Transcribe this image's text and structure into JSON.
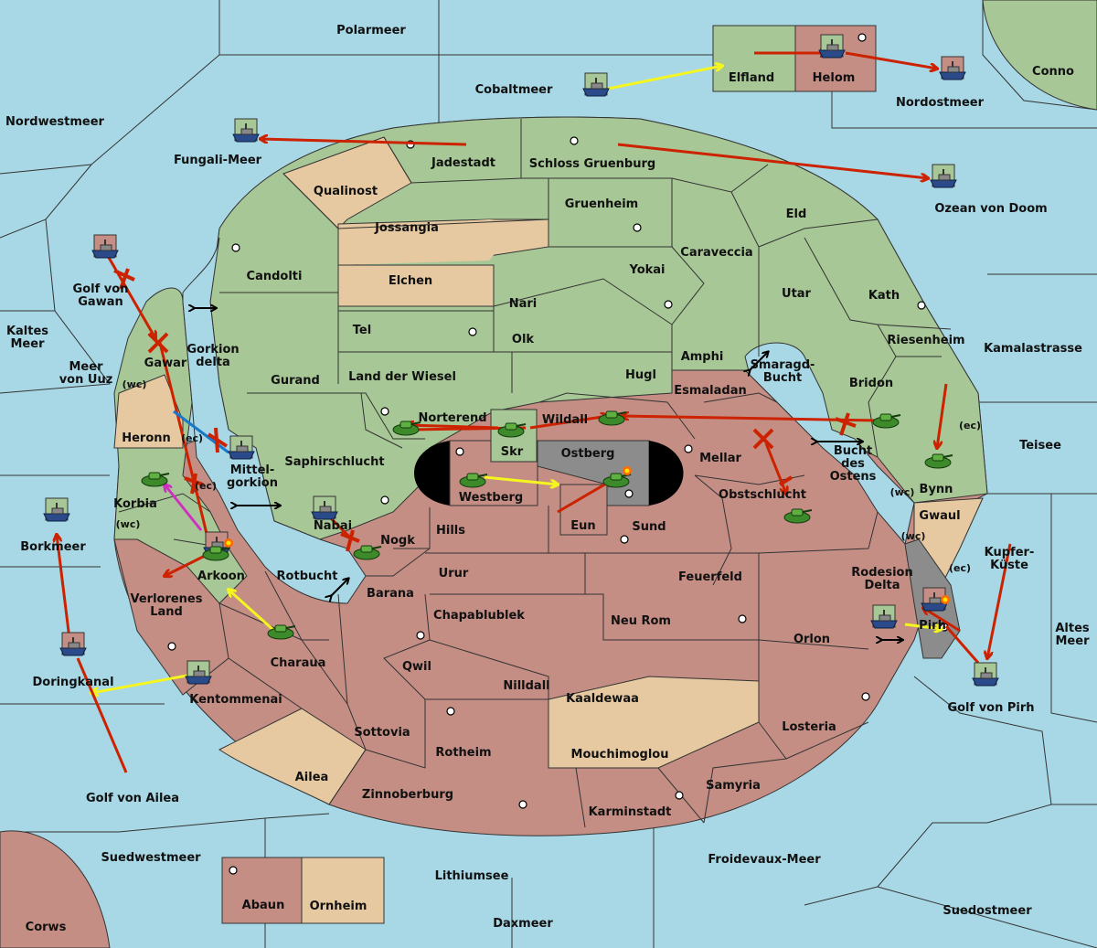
{
  "colors": {
    "sea": "#a8d8e6",
    "land_green": "#a7c796",
    "land_red": "#c48e84",
    "land_tan": "#e6c9a0",
    "gray": "#8c8c8c",
    "black": "#000000",
    "move_red": "#cc2200",
    "move_yellow": "#f5f520",
    "move_blue": "#1a78c8",
    "move_magenta": "#d030c0"
  },
  "seas": {
    "polarmeer": "Polarmeer",
    "cobaltmeer": "Cobaltmeer",
    "nordwestmeer": "Nordwestmeer",
    "nordostmeer": "Nordostmeer",
    "conno": "Conno",
    "fungali": "Fungali-Meer",
    "ozean": "Ozean von Doom",
    "golf_gawan": "Golf von\nGawan",
    "kaltes": "Kaltes\nMeer",
    "uuz": "Meer\nvon Uuz",
    "gorkion_delta": "Gorkion\ndelta",
    "kamalastrasse": "Kamalastrasse",
    "smaragd": "Smaragd-\nBucht",
    "teisee": "Teisee",
    "mittelgorkion": "Mittel-\ngorkion",
    "bucht_ostens": "Bucht\ndes\nOstens",
    "borkmeer": "Borkmeer",
    "rotbucht": "Rotbucht",
    "kupferkueste": "Kupfer-\nKüste",
    "rodesion": "Rodesion\nDelta",
    "altes": "Altes\nMeer",
    "doringkanal": "Doringkanal",
    "golf_pirh": "Golf von Pirh",
    "golf_ailea": "Golf von Ailea",
    "suedwestmeer": "Suedwestmeer",
    "lithiumsee": "Lithiumsee",
    "froidevaux": "Froidevaux-Meer",
    "suedostmeer": "Suedostmeer",
    "daxmeer": "Daxmeer",
    "corws": "Corws"
  },
  "lands": {
    "elfland": "Elfland",
    "helom": "Helom",
    "jadestadt": "Jadestadt",
    "schloss": "Schloss Gruenburg",
    "qualinost": "Qualinost",
    "gruenheim": "Gruenheim",
    "eld": "Eld",
    "jossangia": "Jossangia",
    "caraveccia": "Caraveccia",
    "candolti": "Candolti",
    "elchen": "Elchen",
    "yokai": "Yokai",
    "utar": "Utar",
    "kath": "Kath",
    "nari": "Nari",
    "tel": "Tel",
    "olk": "Olk",
    "riesenheim": "Riesenheim",
    "gawar": "Gawar",
    "amphi": "Amphi",
    "gurand": "Gurand",
    "land_wiesel": "Land der Wiesel",
    "hugl": "Hugl",
    "bridon": "Bridon",
    "esmaladan": "Esmaladan",
    "heronn": "Heronn",
    "norterend": "Norterend",
    "wildall": "Wildall",
    "saphirschlucht": "Saphirschlucht",
    "skr": "Skr",
    "ostberg": "Ostberg",
    "mellar": "Mellar",
    "bynn": "Bynn",
    "korbia": "Korbia",
    "westberg": "Westberg",
    "obstschlucht": "Obstschlucht",
    "nabai": "Nabai",
    "hills": "Hills",
    "eun": "Eun",
    "sund": "Sund",
    "gwaul": "Gwaul",
    "nogk": "Nogk",
    "arkoon": "Arkoon",
    "urur": "Urur",
    "feuerfeld": "Feuerfeld",
    "barana": "Barana",
    "verlorenes": "Verlorenes\nLand",
    "chapablublek": "Chapablublek",
    "neu_rom": "Neu Rom",
    "orlon": "Orlon",
    "pirh": "Pirh",
    "charaua": "Charaua",
    "qwil": "Qwil",
    "nilldall": "Nilldall",
    "kentommenai": "Kentommenai",
    "kaaldewaa": "Kaaldewaa",
    "losteria": "Losteria",
    "sottovia": "Sottovia",
    "rotheim": "Rotheim",
    "mouchimoglou": "Mouchimoglou",
    "samyria": "Samyria",
    "ailea": "Ailea",
    "zinnoberburg": "Zinnoberburg",
    "karminstadt": "Karminstadt",
    "abaun": "Abaun",
    "ornheim": "Ornheim"
  },
  "coast_tags": {
    "wc": "(wc)",
    "ec": "(ec)"
  }
}
